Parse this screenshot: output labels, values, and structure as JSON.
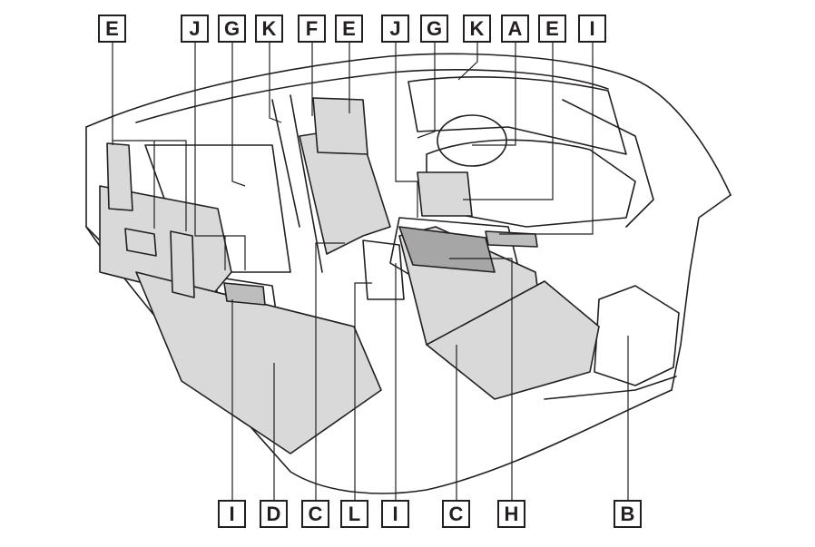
{
  "callouts": {
    "top": [
      "E",
      "J",
      "G",
      "K",
      "F",
      "E",
      "J",
      "G",
      "K",
      "A",
      "E",
      "I"
    ],
    "bottom": [
      "I",
      "D",
      "C",
      "L",
      "I",
      "C",
      "H",
      "B"
    ]
  }
}
